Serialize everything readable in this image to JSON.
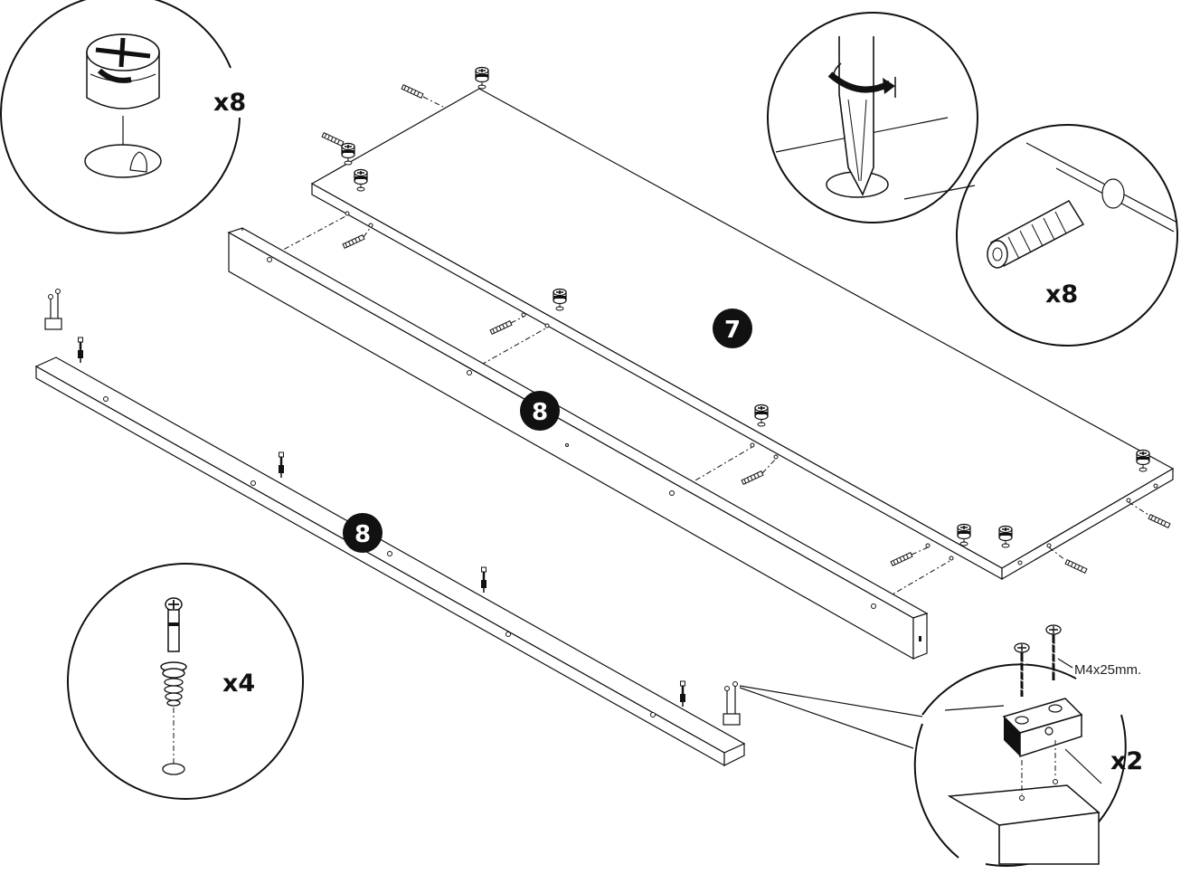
{
  "steps": {
    "top_panel": "7",
    "rail_upper": "8",
    "rail_lower": "8"
  },
  "callouts": {
    "cam_lock": {
      "quantity": "x8",
      "icon": "cam-lock-icon"
    },
    "screwdriver": {
      "icon": "screwdriver-turn-icon"
    },
    "dowel": {
      "quantity": "x8",
      "icon": "wood-dowel-icon"
    },
    "cam_bolt": {
      "quantity": "x4",
      "icon": "cam-bolt-icon"
    },
    "bracket": {
      "quantity": "x2",
      "screw_spec": "M4x25mm.",
      "icon": "corner-block-icon"
    }
  }
}
